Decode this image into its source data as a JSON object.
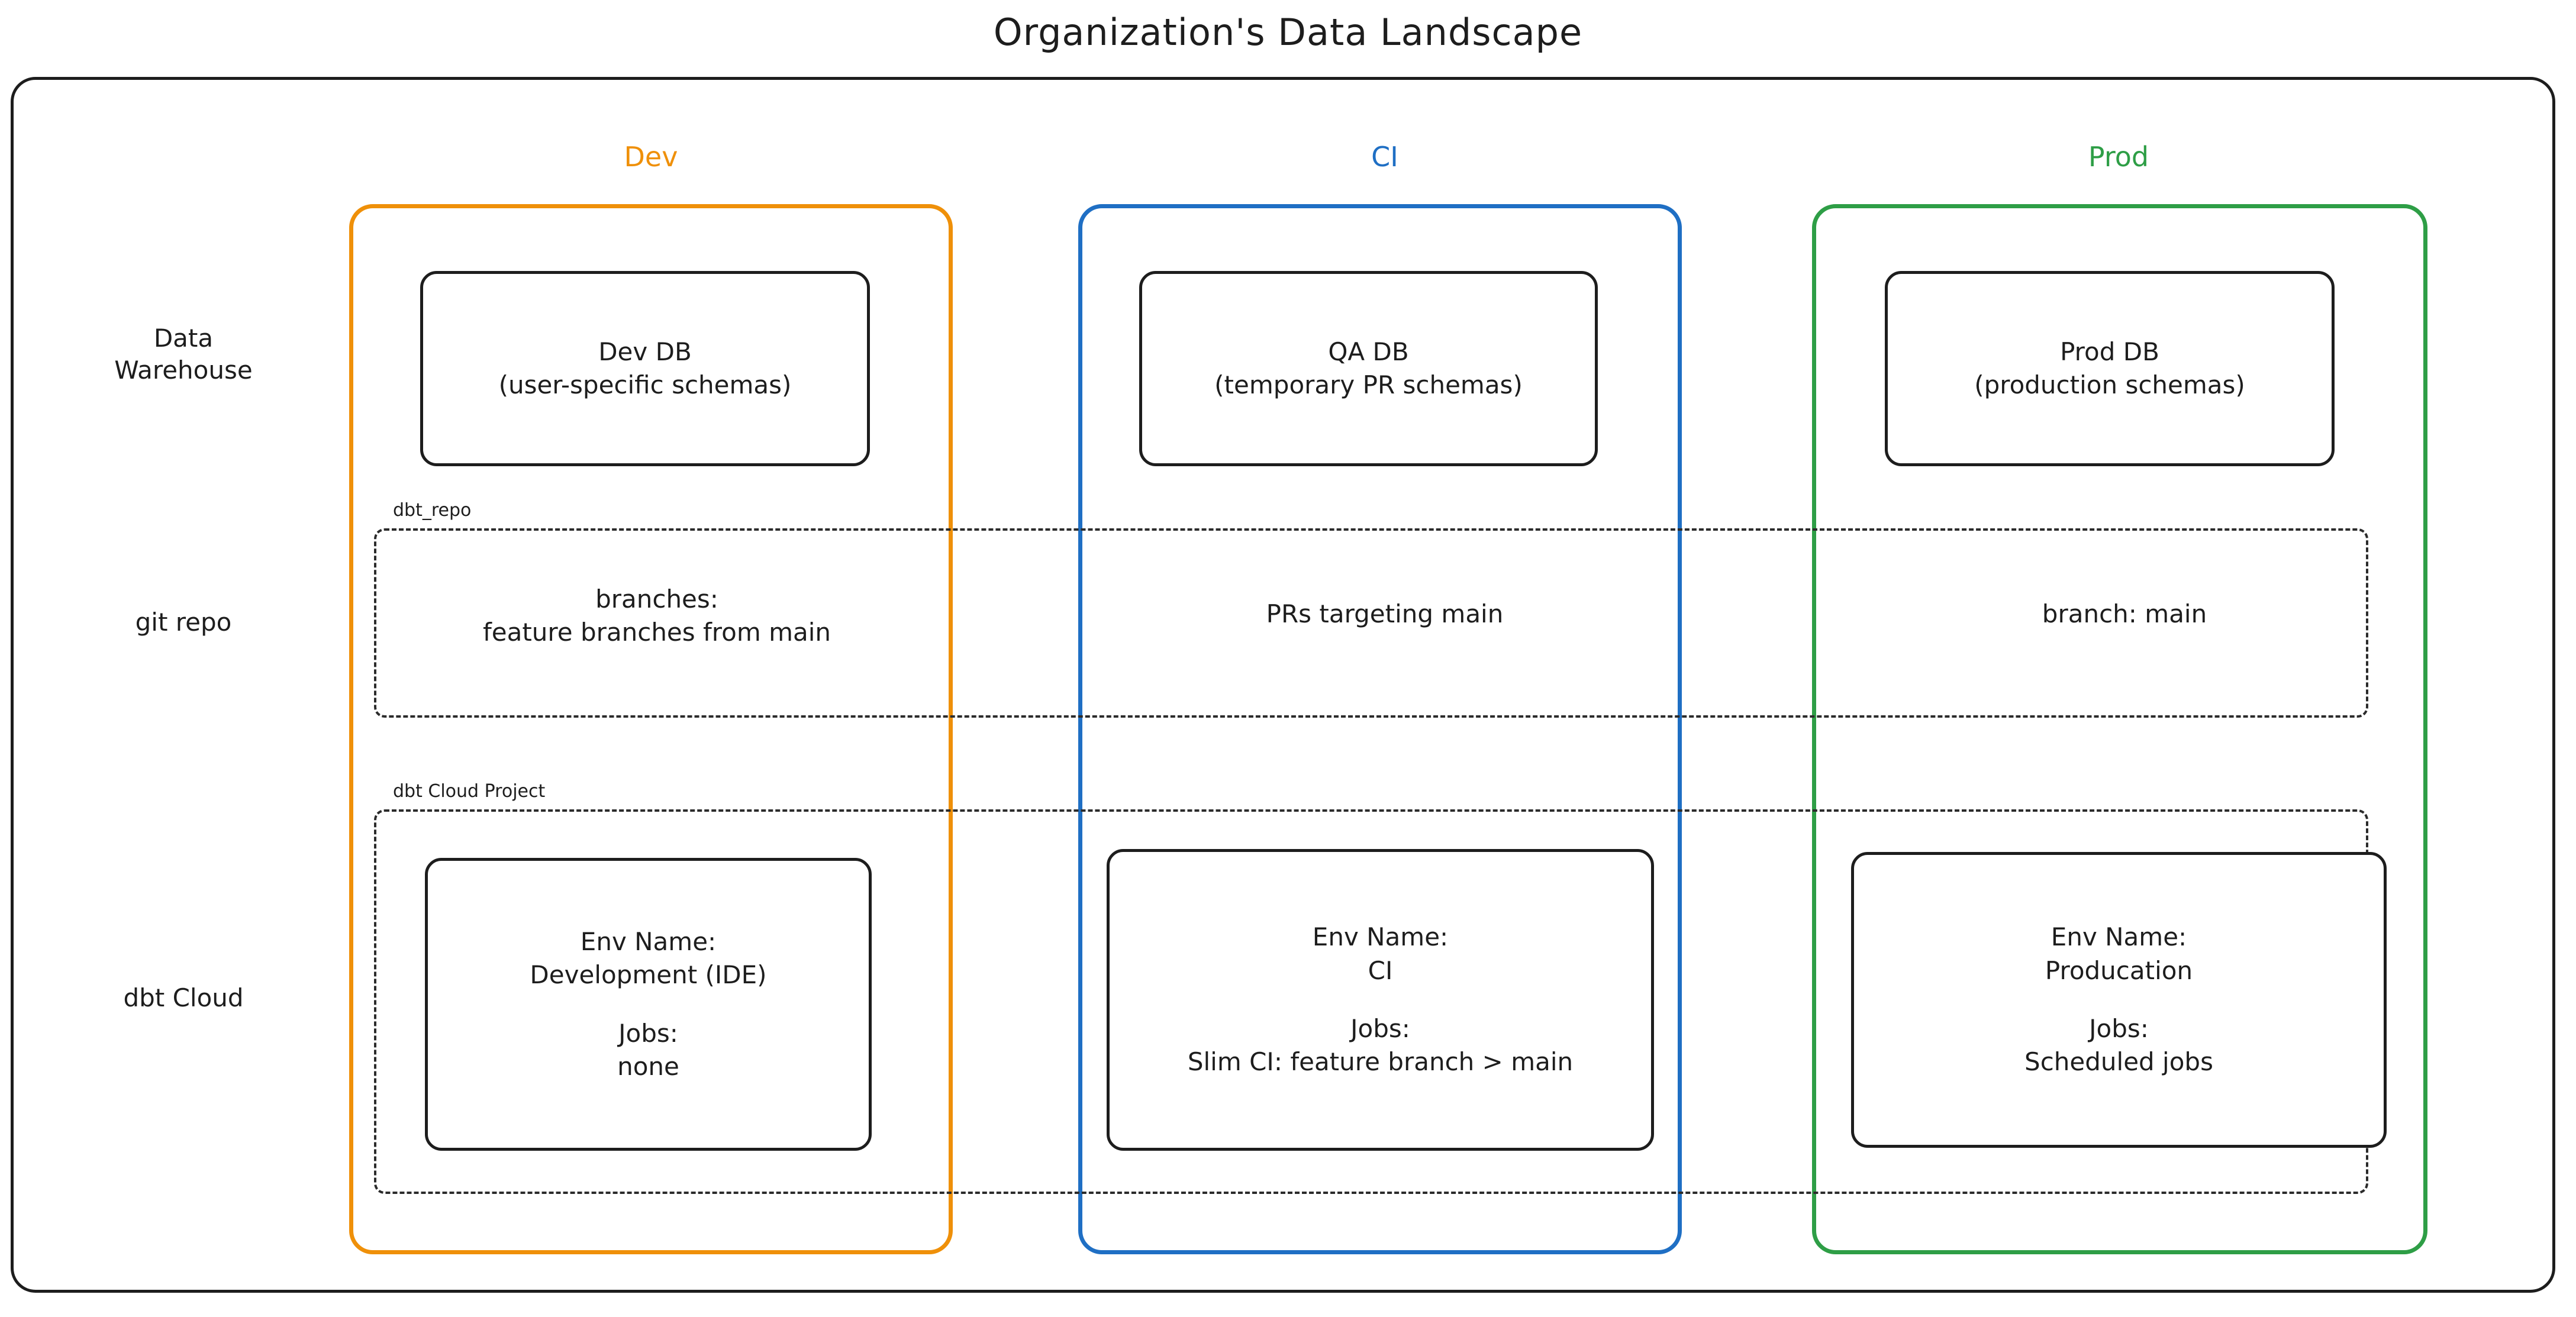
{
  "title": "Organization's Data Landscape",
  "columns": [
    {
      "key": "dev",
      "label": "Dev",
      "color": "#EF9009"
    },
    {
      "key": "ci",
      "label": "CI",
      "color": "#1F6FC4"
    },
    {
      "key": "prod",
      "label": "Prod",
      "color": "#2E9E46"
    }
  ],
  "rows": [
    {
      "key": "warehouse",
      "label": "Data\nWarehouse"
    },
    {
      "key": "git",
      "label": "git repo"
    },
    {
      "key": "dbtcloud",
      "label": "dbt Cloud"
    }
  ],
  "groups": {
    "dbt_repo": {
      "label": "dbt_repo"
    },
    "dbt_cloud_project": {
      "label": "dbt Cloud Project"
    }
  },
  "warehouse": {
    "dev": {
      "title": "Dev DB",
      "detail": "(user-specific schemas)",
      "text": "Dev DB\n(user-specific schemas)"
    },
    "ci": {
      "title": "QA DB",
      "detail": "(temporary PR schemas)",
      "text": "QA DB\n(temporary PR schemas)"
    },
    "prod": {
      "title": "Prod DB",
      "detail": "(production schemas)",
      "text": "Prod DB\n(production schemas)"
    }
  },
  "git_repo": {
    "dev": {
      "text": "branches:\nfeature branches from main"
    },
    "ci": {
      "text": "PRs targeting main"
    },
    "prod": {
      "text": "branch: main"
    }
  },
  "dbt_cloud": {
    "dev": {
      "env_name_label": "Env Name:",
      "env_name_value": "Development (IDE)",
      "jobs_label": "Jobs:",
      "jobs_value": "none"
    },
    "ci": {
      "env_name_label": "Env Name:",
      "env_name_value": "CI",
      "jobs_label": "Jobs:",
      "jobs_value": "Slim CI: feature branch > main"
    },
    "prod": {
      "env_name_label": "Env Name:",
      "env_name_value": "Producation",
      "jobs_label": "Jobs:",
      "jobs_value": "Scheduled jobs"
    }
  }
}
